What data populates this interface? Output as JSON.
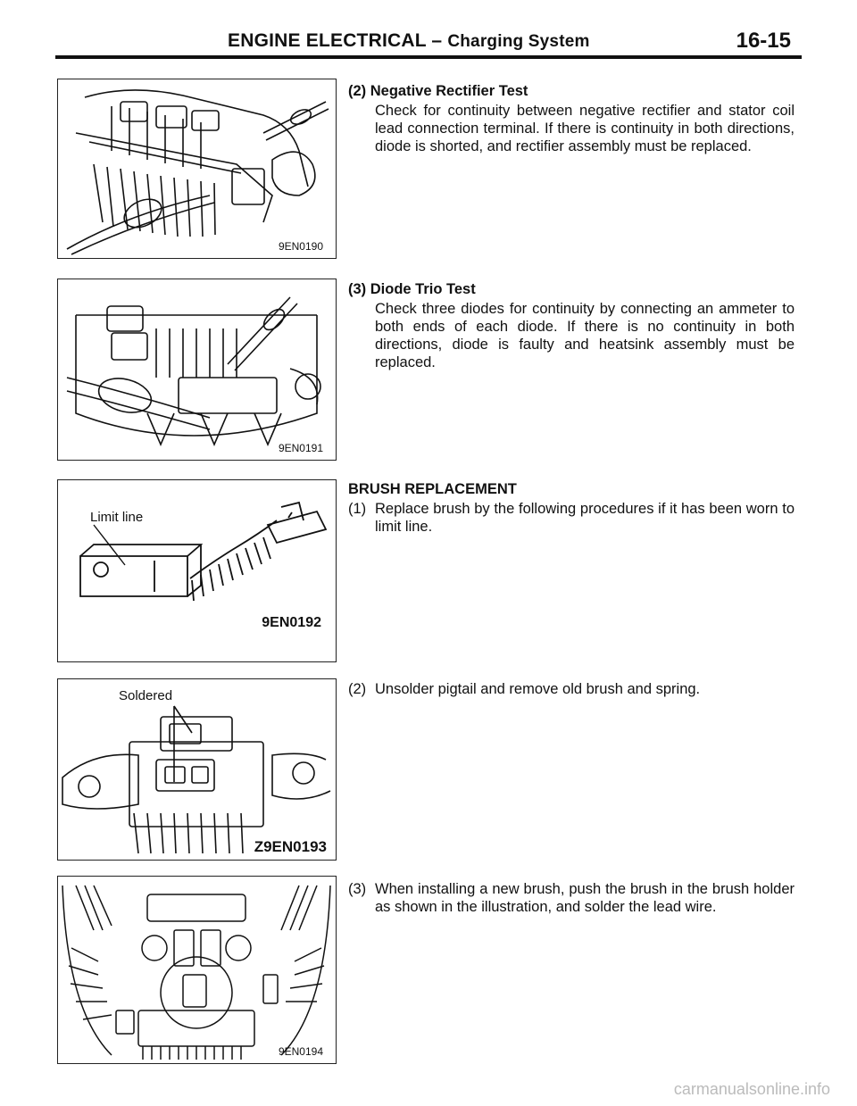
{
  "header": {
    "title": "ENGINE ELECTRICAL –",
    "subtitle": "Charging System",
    "page_number": "16-15"
  },
  "figures": [
    {
      "id": "9EN0190"
    },
    {
      "id": "9EN0191"
    },
    {
      "id": "9EN0192",
      "label": "Limit line"
    },
    {
      "id": "Z9EN0193",
      "label": "Soldered"
    },
    {
      "id": "9EN0194"
    }
  ],
  "sections": {
    "negative_rectifier": {
      "heading": "(2) Negative Rectifier Test",
      "body": "Check for continuity between negative rectifier and stator coil lead connection terminal. If there is continuity in both directions, diode is shorted, and rectifier assembly must be replaced."
    },
    "diode_trio": {
      "heading": "(3) Diode Trio Test",
      "body": "Check three diodes for continuity by connecting an ammeter to both ends of each diode. If there is no continuity in both directions, diode is faulty and heatsink assembly must be replaced."
    },
    "brush": {
      "heading": "BRUSH REPLACEMENT",
      "steps": [
        {
          "num": "(1)",
          "text": "Replace brush by the following procedures if it has been worn to limit line."
        },
        {
          "num": "(2)",
          "text": "Unsolder pigtail and remove old brush and spring."
        },
        {
          "num": "(3)",
          "text": "When installing a new brush, push the brush in the brush holder as shown in the illustration, and solder the lead wire."
        }
      ]
    }
  },
  "watermark": "carmanualsonline.info"
}
